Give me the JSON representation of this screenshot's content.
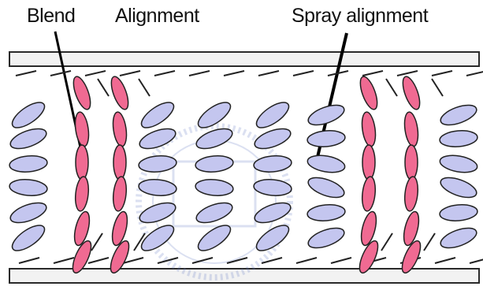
{
  "labels": {
    "bend": "Blend",
    "alignment": "Alignment",
    "spray_alignment": "Spray alignment"
  },
  "colors": {
    "plate_fill": "#f2f2f2",
    "plate_stroke": "#2a2a2a",
    "bend_fill": "#f06a92",
    "lc_fill": "#c4c6ef",
    "outline": "#222222"
  }
}
